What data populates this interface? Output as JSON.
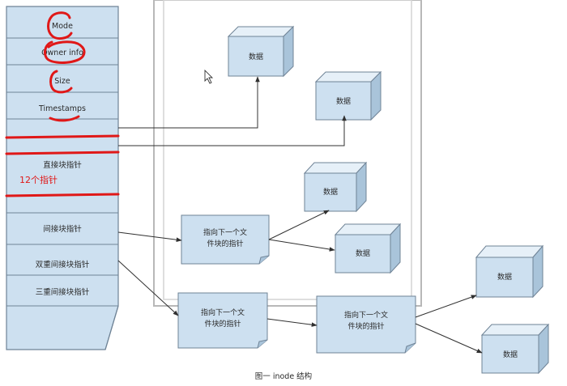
{
  "inode": {
    "fields": [
      "Mode",
      "Owner info",
      "Size",
      "Timestamps",
      "",
      "",
      "直接块指针",
      "",
      "间接块指针",
      "双重间接块指针",
      "三重间接块指针"
    ]
  },
  "annotation": "12个指针",
  "data_block_label": "数据",
  "pointer_block_label_line1": "指向下一个文",
  "pointer_block_label_line2": "件块的指针",
  "caption": "图一  inode  结构",
  "colors": {
    "block_fill": "#cde0f0",
    "block_stroke": "#6f8396",
    "annotation": "#e01818",
    "arrow": "#303030"
  }
}
